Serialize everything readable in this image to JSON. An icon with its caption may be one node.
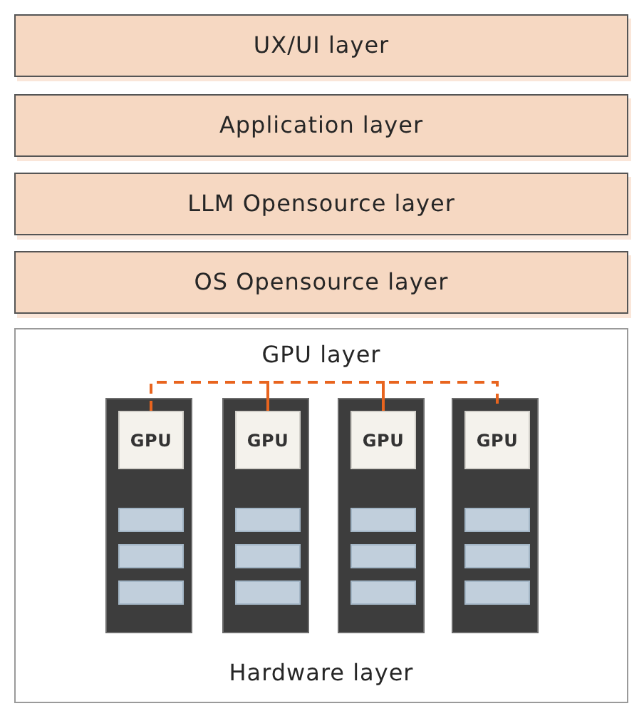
{
  "diagram": {
    "nodes": [
      {
        "text": [
          "UX/UI layer"
        ]
      },
      {
        "text": [
          "Application layer"
        ]
      },
      {
        "text": [
          "LLM Opensource layer"
        ]
      },
      {
        "text": [
          "OS Opensource layer"
        ]
      },
      {
        "text": [
          "GPU layer",
          "Hardware layer"
        ]
      },
      {
        "text": [],
        "shape": "box",
        "in": 4
      },
      {
        "text": [
          "GPU"
        ],
        "in": 5
      },
      {
        "text": [],
        "shape": "box",
        "in": 4
      },
      {
        "text": [
          "GPU"
        ],
        "in": 7
      },
      {
        "text": [],
        "shape": "box",
        "in": 4
      },
      {
        "text": [
          "GPU"
        ],
        "in": 9
      },
      {
        "text": [],
        "shape": "box",
        "in": 4
      },
      {
        "text": [
          "GPU"
        ],
        "in": 11
      }
    ],
    "edges": [
      {
        "from": 6,
        "to": 8,
        "arrow": "none",
        "style": "dashed",
        "color": "#e8641e"
      },
      {
        "from": 8,
        "to": 10,
        "arrow": "none",
        "style": "dashed",
        "color": "#e8641e"
      },
      {
        "from": 10,
        "to": 12,
        "arrow": "none",
        "style": "dashed",
        "color": "#e8641e"
      }
    ]
  }
}
